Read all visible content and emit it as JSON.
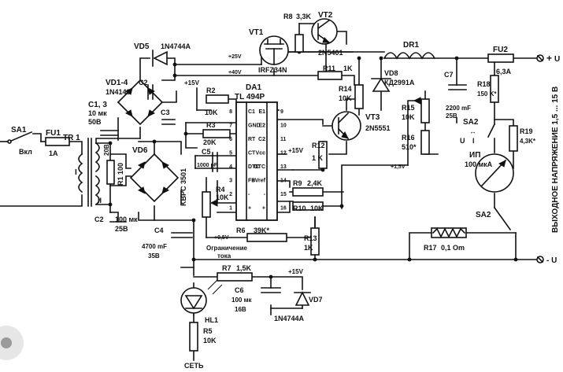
{
  "ic": {
    "name": "DA1",
    "type": "TL 494P",
    "pins": [
      {
        "n": "1",
        "f": "+"
      },
      {
        "n": "2",
        "f": "-"
      },
      {
        "n": "3",
        "f": "FB"
      },
      {
        "n": "4",
        "f": "DTC"
      },
      {
        "n": "5",
        "f": "CT"
      },
      {
        "n": "6",
        "f": "RT"
      },
      {
        "n": "7",
        "f": "GND"
      },
      {
        "n": "8",
        "f": "C1"
      },
      {
        "n": "9",
        "f": "E1"
      },
      {
        "n": "10",
        "f": "E2"
      },
      {
        "n": "11",
        "f": "C2"
      },
      {
        "n": "12",
        "f": "Vcc"
      },
      {
        "n": "13",
        "f": "OTC"
      },
      {
        "n": "14",
        "f": "+Vref"
      },
      {
        "n": "15",
        "f": "-"
      },
      {
        "n": "16",
        "f": "+"
      }
    ]
  },
  "components": {
    "sa1": "SA1",
    "sa1_label": "Вкл",
    "fu1": "FU1",
    "fu1_value": "1A",
    "tr1": "TR 1",
    "tr1_secondary": "20В",
    "tr1_w1": "I",
    "tr1_w2": "II",
    "vd5": "VD5",
    "vd5_type": "1N4744A",
    "vd14": "VD1-4",
    "vd14_type": "1N4148",
    "c13": "C1, 3",
    "c13_value": "10 мк",
    "c13_voltage": "50В",
    "c2_top": "C2",
    "c3": "C3",
    "r1": "R1 100",
    "vd6": "VD6",
    "vd6_type": "KBPC 3501",
    "c2": "C2",
    "c2_value": "100 мк",
    "c2_voltage": "25В",
    "c4": "C4",
    "c4_value": "4700 mF",
    "c4_voltage": "35В",
    "vt1": "VT1",
    "vt1_type": "IRFZ34N",
    "r8": "R8",
    "r8_value": "3,3K",
    "vt2": "VT2",
    "vt2_type": "2N5401",
    "r11": "R11",
    "r11_value": "1K",
    "dr1": "DR1",
    "fu2": "FU2",
    "fu2_value": "6,3A",
    "vd8": "VD8",
    "vd8_type": "КД2991А",
    "r14": "R14",
    "r14_value": "10K",
    "c7": "C7",
    "c7_value": "2200 mF",
    "c7_voltage": "25В",
    "r15": "R15",
    "r15_value": "10K",
    "r16": "R16",
    "r16_value": "510*",
    "r18": "R18",
    "r18_value": "150 K*",
    "r19": "R19",
    "r19_value": "4,3K*",
    "sa2": "SA2",
    "sa2_u": "U",
    "sa2_i": "I",
    "ip": "ИП",
    "ip_value": "100 мкА",
    "sa2_b": "SA2",
    "r17": "R17",
    "r17_value": "0,1 Om",
    "r2": "R2",
    "r2_value": "10K",
    "r3": "R3",
    "r3_value": "20K",
    "c5": "C5",
    "c5_value": "1000 pF",
    "r4": "R4",
    "r4_value": "10K",
    "r6": "R6",
    "r6_value": "39K*",
    "r9": "R9",
    "r9_value": "2,4K",
    "r10": "R10",
    "r10_value": "10K",
    "r12": "R12",
    "r12_value": "1 K",
    "r13": "R13",
    "r13_value": "1K",
    "vt3": "VT3",
    "vt3_type": "2N5551",
    "r7": "R7",
    "r7_value": "1,5K",
    "c6": "C6",
    "c6_value": "100 мк",
    "c6_voltage": "16В",
    "vd7": "VD7",
    "vd7_type": "1N4744A",
    "hl1": "HL1",
    "r5": "R5",
    "r5_value": "10K",
    "limit_line1": "Ограничение",
    "limit_line2": "тока"
  },
  "nets": {
    "plus25": "+25V",
    "plus40": "+40V",
    "plus15_a": "+15V",
    "plus15_b": "+15V",
    "plus15_c": "+15V",
    "plus15_d": "+1,5V",
    "plus05": "+0,5V",
    "u_plus_sign": "+",
    "u_plus": "U",
    "u_minus": "- U",
    "set": "СЕТЬ",
    "output_note": "ВЫХОДНОЕ НАПРЯЖЕНИЕ 1,5 ... 15 В"
  }
}
